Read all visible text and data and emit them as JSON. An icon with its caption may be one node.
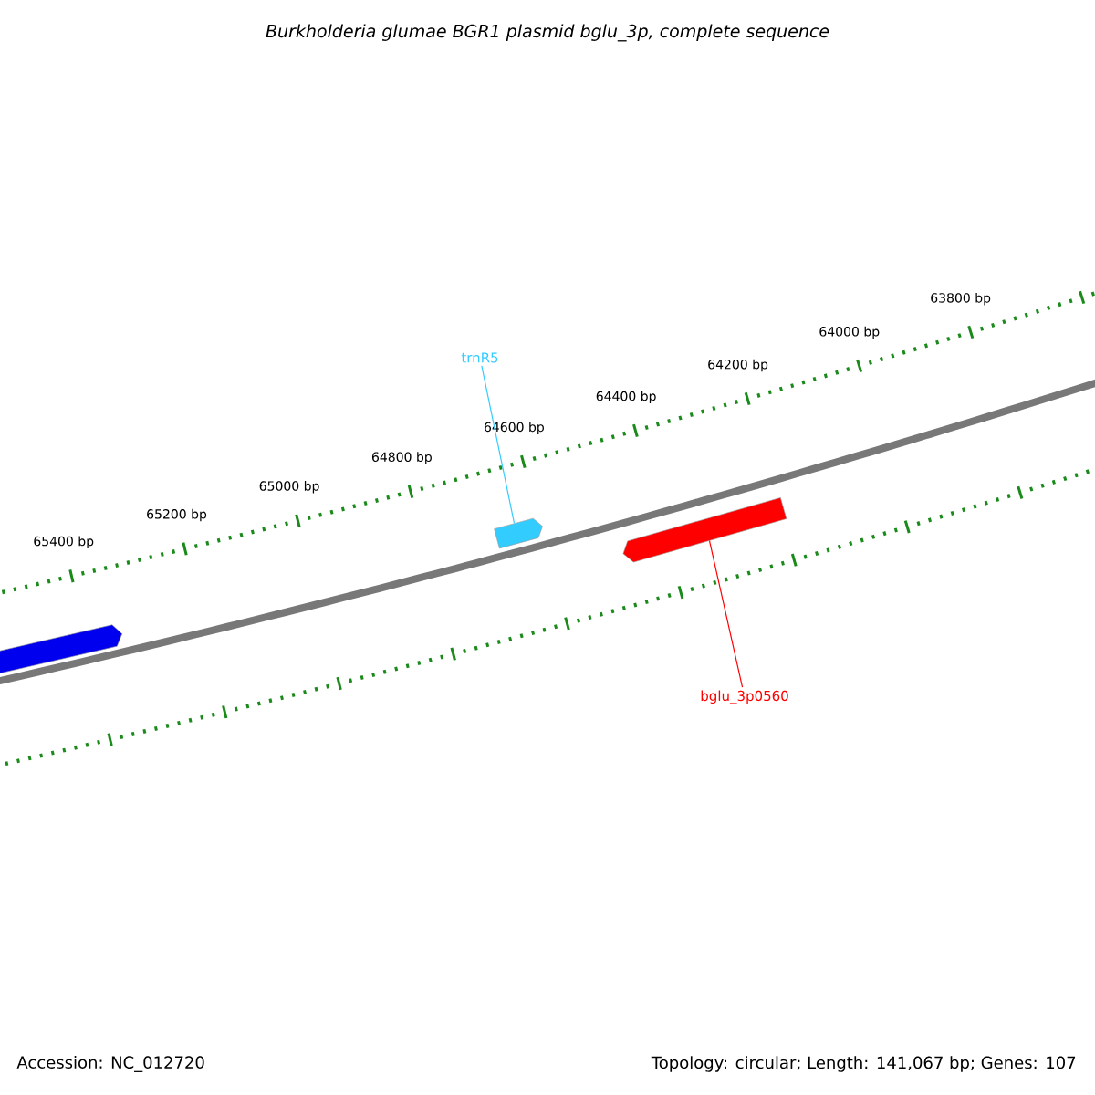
{
  "diagram": {
    "title": "Burkholderia glumae BGR1 plasmid bglu_3p, complete sequence",
    "nodes": [
      {
        "text": [
          "trnR5"
        ]
      },
      {
        "text": [],
        "shape": "arrow"
      },
      {
        "text": [],
        "shape": "arrow"
      },
      {
        "text": [],
        "shape": "arrow"
      },
      {
        "text": [
          "bglu_3p0560"
        ]
      }
    ],
    "edges": [
      {
        "from": 0,
        "to": 1,
        "arrow": "none",
        "color": "#33ccff"
      },
      {
        "from": 4,
        "to": 3,
        "arrow": "none",
        "color": "#ff0000"
      }
    ],
    "labels": [
      "65400 bp",
      "65200 bp",
      "65000 bp",
      "64800 bp",
      "64600 bp",
      "64400 bp",
      "64200 bp",
      "64000 bp",
      "63800 bp",
      "Accession: NC_012720",
      "Topology: circular; Length: 141,067 bp; Genes: 107"
    ]
  }
}
